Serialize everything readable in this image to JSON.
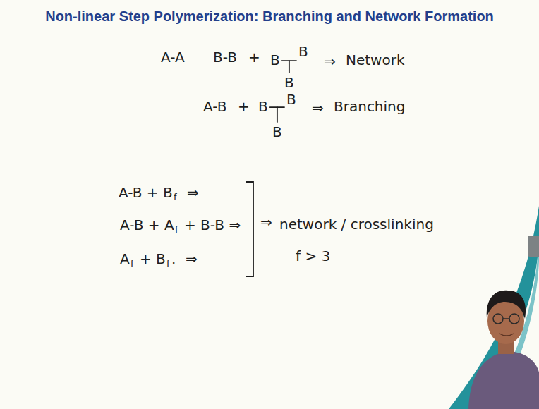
{
  "diagram": {
    "title": "Non-linear Step Polymerization: Branching and Network Formation",
    "labels": [
      "A-A",
      "B-B",
      "+",
      "B",
      "B",
      "B",
      "⇒",
      "Network",
      "A-B",
      "+",
      "B",
      "B",
      "B",
      "⇒",
      "Branching",
      "A-B + B",
      "f",
      "⇒",
      "A-B + A",
      "f",
      "+ B-B ⇒",
      "A",
      "f",
      "+ B",
      "f",
      ".",
      "⇒",
      "⇒",
      "network / crosslinking",
      "f > 3"
    ]
  }
}
